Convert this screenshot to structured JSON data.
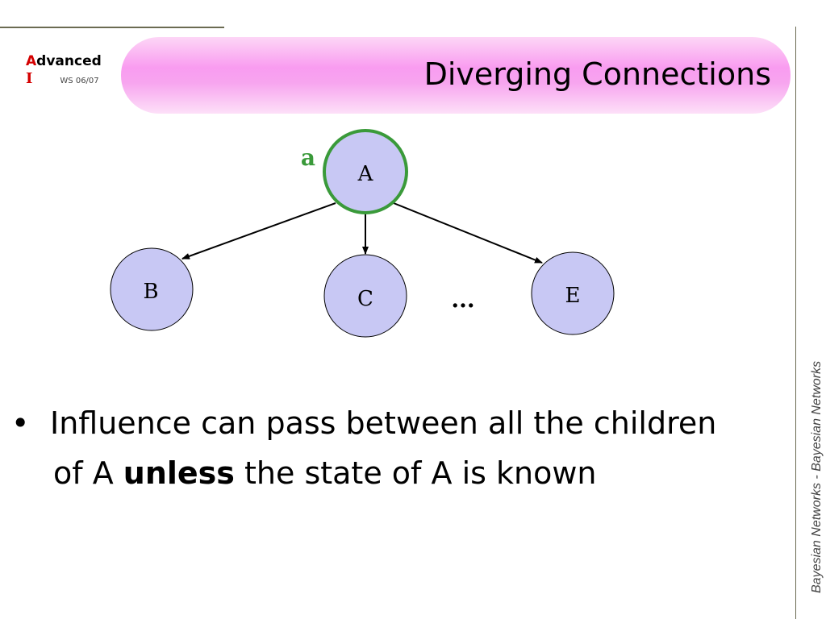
{
  "logo": {
    "letter_a": "A",
    "rest": "dvanced",
    "letter_i": "I",
    "term": "WS 06/07"
  },
  "title": "Diverging Connections",
  "diagram": {
    "nodes": {
      "a": "A",
      "b": "B",
      "c": "C",
      "e": "E"
    },
    "observed_label": "a",
    "ellipsis": "...",
    "colors": {
      "node_fill": "#c8c8f4",
      "observed_border": "#3a9a3a"
    }
  },
  "bullet": {
    "symbol": "•",
    "line1": "Influence can pass between all the children",
    "line2_pre": "of A ",
    "line2_bold": "unless",
    "line2_post": " the state of A is known"
  },
  "footer": "Bayesian Networks - Bayesian Networks"
}
